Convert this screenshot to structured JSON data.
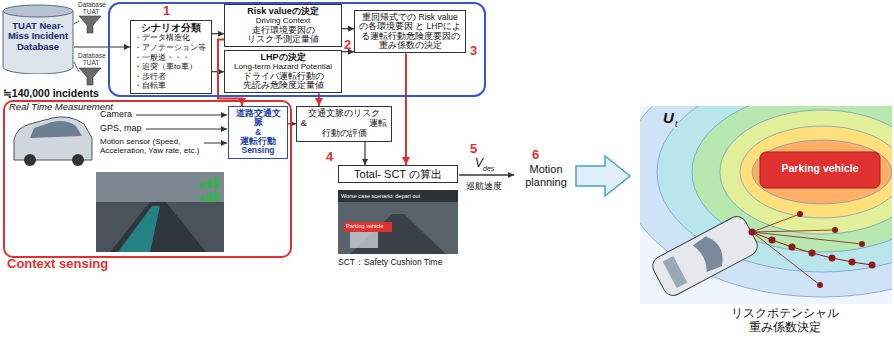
{
  "diagram": {
    "nodes": [
      {
        "text": [
          "TUAT Near-Miss Incident Database"
        ]
      },
      {
        "text": [
          "1",
          "2",
          "3"
        ]
      },
      {
        "text": [
          "シナリオ分類",
          "・データ構造化 ・アノテーション等 ・一般道・・・ ・追突（車to車） ・歩行者 ・自転車"
        ],
        "in": 1
      },
      {
        "text": [
          "Risk valueの決定",
          "Driving Context",
          "走行環境要因の リスク予測定量値"
        ],
        "in": 1
      },
      {
        "text": [
          "LHPの決定",
          "Long-term Hazard Potential",
          "ドライバ運転行動の 先読み危険度定量値"
        ],
        "in": 1
      },
      {
        "text": [
          "重回帰式での Risk valueの各環境要因 と LHPによる運転行動危険度要因の 重み係数の決定"
        ],
        "in": 1
      },
      {
        "text": [
          "Context sensing"
        ]
      },
      {
        "text": [
          "道路交通文脈 & 運転行動 Sensing"
        ],
        "in": 6
      },
      {
        "text": [
          "交通文脈のリスク & 運転行動の評価"
        ]
      },
      {
        "text": [
          "Total- SCT の算出"
        ]
      }
    ],
    "edges": [
      {
        "from": 0,
        "to": 2,
        "arrow": "to"
      },
      {
        "from": 2,
        "to": 3,
        "arrow": "to"
      },
      {
        "from": 2,
        "to": 4,
        "arrow": "to"
      },
      {
        "from": 3,
        "to": 5,
        "arrow": "to"
      },
      {
        "from": 4,
        "to": 5,
        "arrow": "to"
      },
      {
        "from": 3,
        "to": 7,
        "arrow": "to"
      },
      {
        "from": 4,
        "to": 8,
        "arrow": "to"
      },
      {
        "from": 7,
        "to": 8,
        "arrow": "to"
      },
      {
        "from": 8,
        "to": 9,
        "arrow": "to"
      },
      {
        "from": 5,
        "to": 9,
        "arrow": "to"
      }
    ],
    "labels": [
      "Database TUAT",
      "Database TUAT",
      "≒140,000 incidents",
      "Real Time Measurement",
      "Camera",
      "GPS, map",
      "Motion sensor (Speed, Acceleration, Yaw rate, etc.)",
      "4",
      "SCT：Safety Cushion Time",
      "5",
      "V",
      "des",
      "巡航速度",
      "6",
      "Motion planning",
      "U",
      "t",
      "Parking vehicle",
      "リスクポテンシャル 重み係数決定",
      "Worse case scenario: depart out",
      "Parking vehicle"
    ]
  }
}
